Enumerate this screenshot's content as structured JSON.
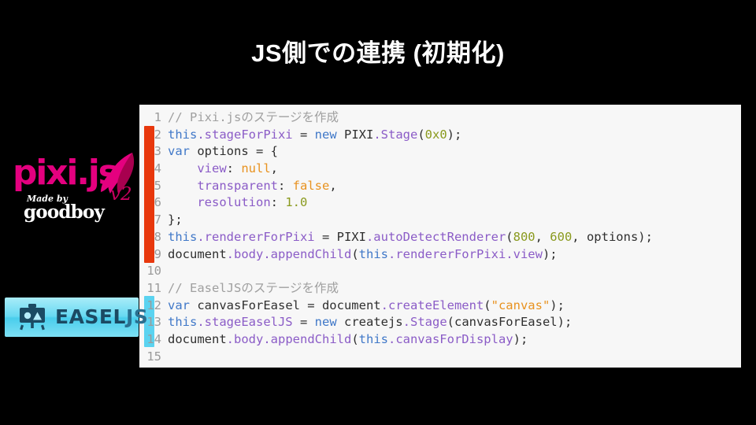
{
  "slide": {
    "title": "JS側での連携 (初期化)",
    "background_color": "#000000",
    "title_color": "#ffffff"
  },
  "code_panel": {
    "background_color": "#f7f7f7",
    "language": "javascript",
    "line_count": 15,
    "highlight_bars": [
      {
        "name": "pixi-block",
        "color": "#e8380d",
        "lines": "2-9"
      },
      {
        "name": "easel-block",
        "color": "#5bd3f0",
        "lines": "12-14"
      }
    ],
    "syntax_colors": {
      "comment": "#a0a0a0",
      "keyword": "#4078c8",
      "property": "#8b5cc7",
      "number": "#8a9a1e",
      "literal": "#e8921f",
      "string": "#e8921f",
      "plain": "#2f2f2f",
      "line_number": "#9b9b9b"
    },
    "lines": [
      {
        "n": "1",
        "tokens": [
          {
            "t": "// Pixi.jsのステージを作成",
            "c": "cm"
          }
        ]
      },
      {
        "n": "2",
        "tokens": [
          {
            "t": "this",
            "c": "kw"
          },
          {
            "t": ".stageForPixi",
            "c": "pr"
          },
          {
            "t": " = ",
            "c": "pl"
          },
          {
            "t": "new",
            "c": "kw"
          },
          {
            "t": " PIXI",
            "c": "pl"
          },
          {
            "t": ".Stage",
            "c": "pr"
          },
          {
            "t": "(",
            "c": "pl"
          },
          {
            "t": "0x0",
            "c": "num"
          },
          {
            "t": ");",
            "c": "pl"
          }
        ]
      },
      {
        "n": "3",
        "tokens": [
          {
            "t": "var",
            "c": "kw"
          },
          {
            "t": " options = {",
            "c": "pl"
          }
        ]
      },
      {
        "n": "4",
        "tokens": [
          {
            "t": "    ",
            "c": "pl"
          },
          {
            "t": "view",
            "c": "pr"
          },
          {
            "t": ": ",
            "c": "pl"
          },
          {
            "t": "null",
            "c": "lit"
          },
          {
            "t": ",",
            "c": "pl"
          }
        ]
      },
      {
        "n": "5",
        "tokens": [
          {
            "t": "    ",
            "c": "pl"
          },
          {
            "t": "transparent",
            "c": "pr"
          },
          {
            "t": ": ",
            "c": "pl"
          },
          {
            "t": "false",
            "c": "lit"
          },
          {
            "t": ",",
            "c": "pl"
          }
        ]
      },
      {
        "n": "6",
        "tokens": [
          {
            "t": "    ",
            "c": "pl"
          },
          {
            "t": "resolution",
            "c": "pr"
          },
          {
            "t": ": ",
            "c": "pl"
          },
          {
            "t": "1.0",
            "c": "num"
          }
        ]
      },
      {
        "n": "7",
        "tokens": [
          {
            "t": "};",
            "c": "pl"
          }
        ]
      },
      {
        "n": "8",
        "tokens": [
          {
            "t": "this",
            "c": "kw"
          },
          {
            "t": ".rendererForPixi",
            "c": "pr"
          },
          {
            "t": " = PIXI",
            "c": "pl"
          },
          {
            "t": ".autoDetectRenderer",
            "c": "pr"
          },
          {
            "t": "(",
            "c": "pl"
          },
          {
            "t": "800",
            "c": "num"
          },
          {
            "t": ", ",
            "c": "pl"
          },
          {
            "t": "600",
            "c": "num"
          },
          {
            "t": ", options);",
            "c": "pl"
          }
        ]
      },
      {
        "n": "9",
        "tokens": [
          {
            "t": "document",
            "c": "pl"
          },
          {
            "t": ".body",
            "c": "pr"
          },
          {
            "t": ".appendChild",
            "c": "pr"
          },
          {
            "t": "(",
            "c": "pl"
          },
          {
            "t": "this",
            "c": "kw"
          },
          {
            "t": ".rendererForPixi",
            "c": "pr"
          },
          {
            "t": ".view",
            "c": "pr"
          },
          {
            "t": ");",
            "c": "pl"
          }
        ]
      },
      {
        "n": "10",
        "tokens": [
          {
            "t": "",
            "c": "pl"
          }
        ]
      },
      {
        "n": "11",
        "tokens": [
          {
            "t": "// EaselJSのステージを作成",
            "c": "cm"
          }
        ]
      },
      {
        "n": "12",
        "tokens": [
          {
            "t": "var",
            "c": "kw"
          },
          {
            "t": " canvasForEasel = document",
            "c": "pl"
          },
          {
            "t": ".createElement",
            "c": "pr"
          },
          {
            "t": "(",
            "c": "pl"
          },
          {
            "t": "\"canvas\"",
            "c": "str"
          },
          {
            "t": ");",
            "c": "pl"
          }
        ]
      },
      {
        "n": "13",
        "tokens": [
          {
            "t": "this",
            "c": "kw"
          },
          {
            "t": ".stageEaselJS",
            "c": "pr"
          },
          {
            "t": " = ",
            "c": "pl"
          },
          {
            "t": "new",
            "c": "kw"
          },
          {
            "t": " createjs",
            "c": "pl"
          },
          {
            "t": ".Stage",
            "c": "pr"
          },
          {
            "t": "(canvasForEasel);",
            "c": "pl"
          }
        ]
      },
      {
        "n": "14",
        "tokens": [
          {
            "t": "document",
            "c": "pl"
          },
          {
            "t": ".body",
            "c": "pr"
          },
          {
            "t": ".appendChild",
            "c": "pr"
          },
          {
            "t": "(",
            "c": "pl"
          },
          {
            "t": "this",
            "c": "kw"
          },
          {
            "t": ".canvasForDisplay",
            "c": "pr"
          },
          {
            "t": ");",
            "c": "pl"
          }
        ]
      },
      {
        "n": "15",
        "tokens": [
          {
            "t": "",
            "c": "pl"
          }
        ]
      }
    ]
  },
  "pixi_logo": {
    "wordmark": "pixi.js",
    "version": "v2",
    "made_by_label": "Made by",
    "made_by_name": "goodboy",
    "brand_color": "#e4007f"
  },
  "easel_logo": {
    "text_main": "EASEL",
    "text_suffix": "JS",
    "icon": "easel-icon",
    "brand_color": "#49cdec"
  }
}
